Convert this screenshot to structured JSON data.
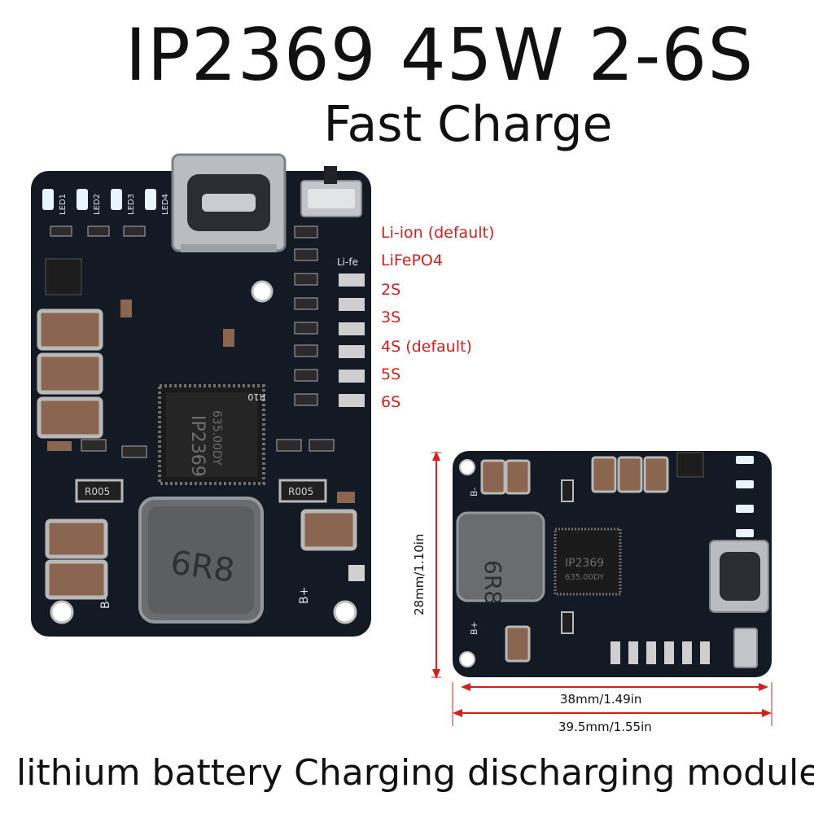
{
  "heading": {
    "title": "IP2369 45W 2-6S",
    "subtitle": "Fast Charge",
    "footer": "lithium battery Charging discharging module"
  },
  "settings_labels": [
    "Li-ion (default)",
    "LiFePO4",
    "2S",
    "3S",
    "4S (default)",
    "5S",
    "6S"
  ],
  "board_markings": {
    "chip": "IP2369",
    "chip_code": "635.00DY",
    "inductor": "6R8",
    "r005": "R005",
    "b_minus": "B-",
    "b_plus": "B+",
    "li_fe": "Li-fe",
    "led1": "LED1",
    "led2": "LED2",
    "led3": "LED3",
    "led4": "LED4",
    "r10": "R10"
  },
  "dimensions": {
    "height": "28mm/1.10in",
    "width_inner": "38mm/1.49in",
    "width_outer": "39.5mm/1.55in"
  },
  "colors": {
    "pcb": "#141a24",
    "label_red": "#d4201c",
    "capacitor": "#8a6650",
    "metal": "#b9bcc0",
    "dimension_line": "#d4201c"
  }
}
